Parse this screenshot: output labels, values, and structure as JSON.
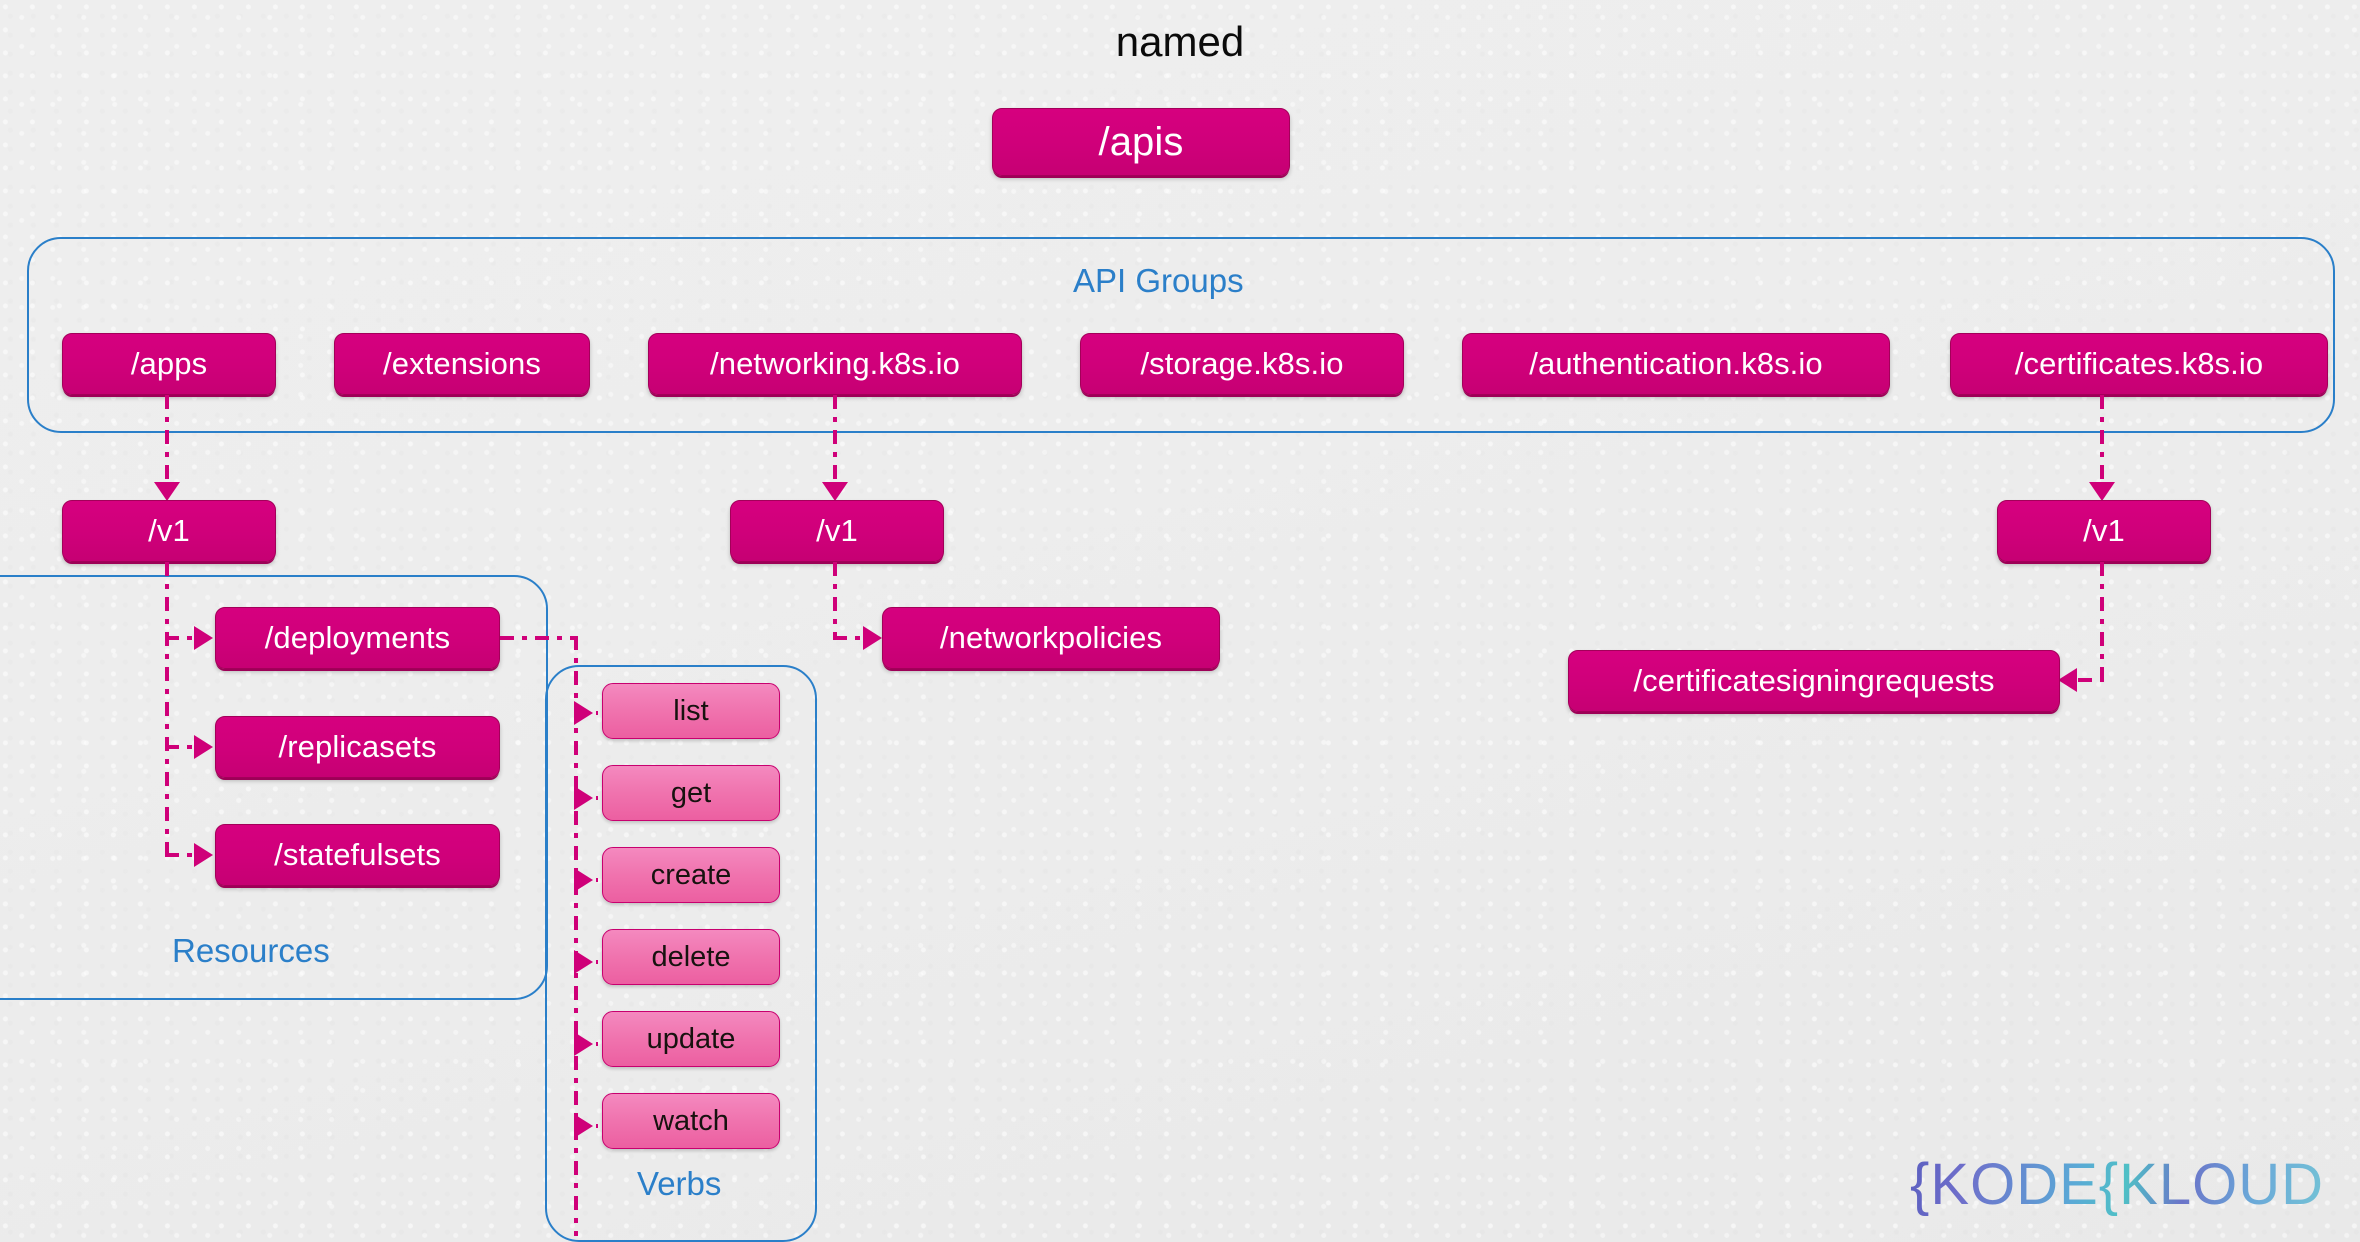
{
  "diagram": {
    "title": "named",
    "root_node": {
      "label": "/apis"
    },
    "api_groups_container": {
      "label": "API Groups",
      "groups": [
        {
          "label": "/apps"
        },
        {
          "label": "/extensions"
        },
        {
          "label": "/networking.k8s.io"
        },
        {
          "label": "/storage.k8s.io"
        },
        {
          "label": "/authentication.k8s.io"
        },
        {
          "label": "/certificates.k8s.io"
        }
      ]
    },
    "versions": [
      {
        "label": "/v1",
        "parent": "/apps"
      },
      {
        "label": "/v1",
        "parent": "/networking.k8s.io"
      },
      {
        "label": "/v1",
        "parent": "/certificates.k8s.io"
      }
    ],
    "resources_container": {
      "label": "Resources",
      "resources": [
        {
          "label": "/deployments"
        },
        {
          "label": "/replicasets"
        },
        {
          "label": "/statefulsets"
        }
      ]
    },
    "verbs_container": {
      "label": "Verbs",
      "verbs": [
        {
          "label": "list"
        },
        {
          "label": "get"
        },
        {
          "label": "create"
        },
        {
          "label": "delete"
        },
        {
          "label": "update"
        },
        {
          "label": "watch"
        }
      ]
    },
    "other_resources": [
      {
        "label": "/networkpolicies",
        "parent": "/networking.k8s.io /v1"
      },
      {
        "label": "/certificatesigningrequests",
        "parent": "/certificates.k8s.io /v1"
      }
    ]
  },
  "branding": {
    "logo_text_1": "{",
    "logo_text_2": "K",
    "logo_text_3": "ODE",
    "logo_text_4": "{",
    "logo_text_5": "K",
    "logo_text_6": "LOUD",
    "logo_full": "{KODE{KLOUD"
  },
  "colors": {
    "node_fill": "#d0007a",
    "node_border": "#a30059",
    "verb_fill": "#f073ae",
    "container_border": "#2a7fc9",
    "container_label": "#2b7fc9",
    "connector": "#cf0079",
    "background": "#efefef",
    "title_text": "#0b0b0b"
  }
}
